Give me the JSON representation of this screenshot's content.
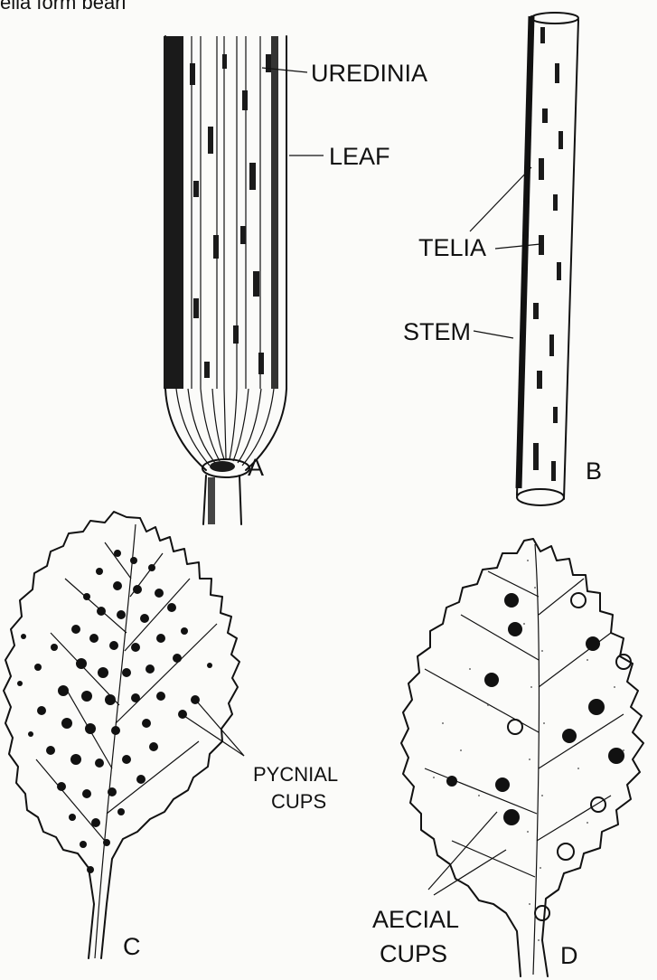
{
  "header_fragment": "ella form beari",
  "panels": {
    "a": {
      "letter": "A",
      "labels": {
        "uredinia": "UREDINIA",
        "leaf": "LEAF"
      }
    },
    "b": {
      "letter": "B",
      "labels": {
        "telia": "TELIA",
        "stem": "STEM"
      }
    },
    "c": {
      "letter": "C",
      "labels": {
        "pycnial_line1": "PYCNIAL",
        "pycnial_line2": "CUPS"
      }
    },
    "d": {
      "letter": "D",
      "labels": {
        "aecial_line1": "AECIAL",
        "aecial_line2": "CUPS"
      }
    }
  }
}
